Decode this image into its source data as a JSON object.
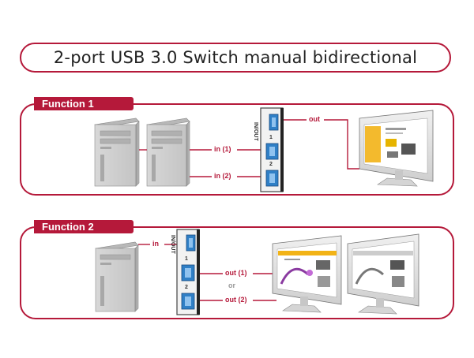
{
  "title": "2-port USB 3.0 Switch manual bidirectional",
  "function1": {
    "tab": "Function 1",
    "label_out": "out",
    "label_in1": "in (1)",
    "label_in2": "in (2)",
    "port_header": "IN/OUT",
    "port1": "1",
    "port2": "2"
  },
  "function2": {
    "tab": "Function 2",
    "label_in": "in",
    "label_out1": "out (1)",
    "label_or": "or",
    "label_out2": "out (2)",
    "port_header": "IN/OUT",
    "port1": "1",
    "port2": "2"
  },
  "colors": {
    "accent": "#b5193a",
    "usb_blue": "#2f7fc6",
    "tower_gray": "#c9c9c9"
  }
}
